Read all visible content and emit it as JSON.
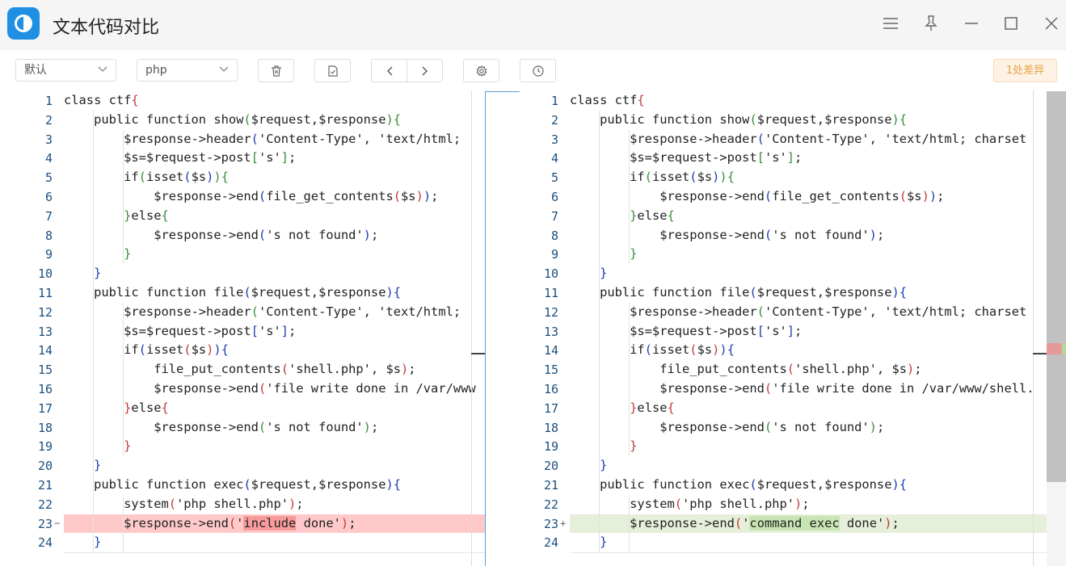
{
  "app": {
    "title": "文本代码对比"
  },
  "window_buttons": [
    "menu-icon",
    "pin-icon",
    "minimize-icon",
    "maximize-icon",
    "close-icon"
  ],
  "toolbar": {
    "mode_select": {
      "value": "默认"
    },
    "lang_select": {
      "value": "php"
    },
    "diff_count_label": "1处差异",
    "icons": [
      "trash-icon",
      "file-check-icon",
      "arrow-left-icon",
      "arrow-right-icon",
      "gear-icon",
      "clock-icon"
    ]
  },
  "colors": {
    "accent": "#1e8fe3",
    "deleted_bg": "#ffc9c9",
    "added_bg": "#e5efd9",
    "badge_text": "#e8a24a"
  },
  "left_pane": {
    "lines": [
      "class ctf{",
      "    public function show($request,$response){",
      "        $response->header('Content-Type', 'text/html;",
      "        $s=$request->post['s'];",
      "        if(isset($s)){",
      "            $response->end(file_get_contents($s));",
      "        }else{",
      "            $response->end('s not found');",
      "        }",
      "    }",
      "    public function file($request,$response){",
      "        $response->header('Content-Type', 'text/html;",
      "        $s=$request->post['s'];",
      "        if(isset($s)){",
      "            file_put_contents('shell.php', $s);",
      "            $response->end('file write done in /var/www",
      "        }else{",
      "            $response->end('s not found');",
      "        }",
      "    }",
      "    public function exec($request,$response){",
      "        system('php shell.php');",
      "        $response->end('include done');",
      "    }"
    ],
    "changed_line": 23,
    "change_marker": "−"
  },
  "right_pane": {
    "lines": [
      "class ctf{",
      "    public function show($request,$response){",
      "        $response->header('Content-Type', 'text/html; charset",
      "        $s=$request->post['s'];",
      "        if(isset($s)){",
      "            $response->end(file_get_contents($s));",
      "        }else{",
      "            $response->end('s not found');",
      "        }",
      "    }",
      "    public function file($request,$response){",
      "        $response->header('Content-Type', 'text/html; charset",
      "        $s=$request->post['s'];",
      "        if(isset($s)){",
      "            file_put_contents('shell.php', $s);",
      "            $response->end('file write done in /var/www/shell.",
      "        }else{",
      "            $response->end('s not found');",
      "        }",
      "    }",
      "    public function exec($request,$response){",
      "        system('php shell.php');",
      "        $response->end('command exec done');",
      "    }"
    ],
    "changed_line": 23,
    "change_marker": "+"
  }
}
